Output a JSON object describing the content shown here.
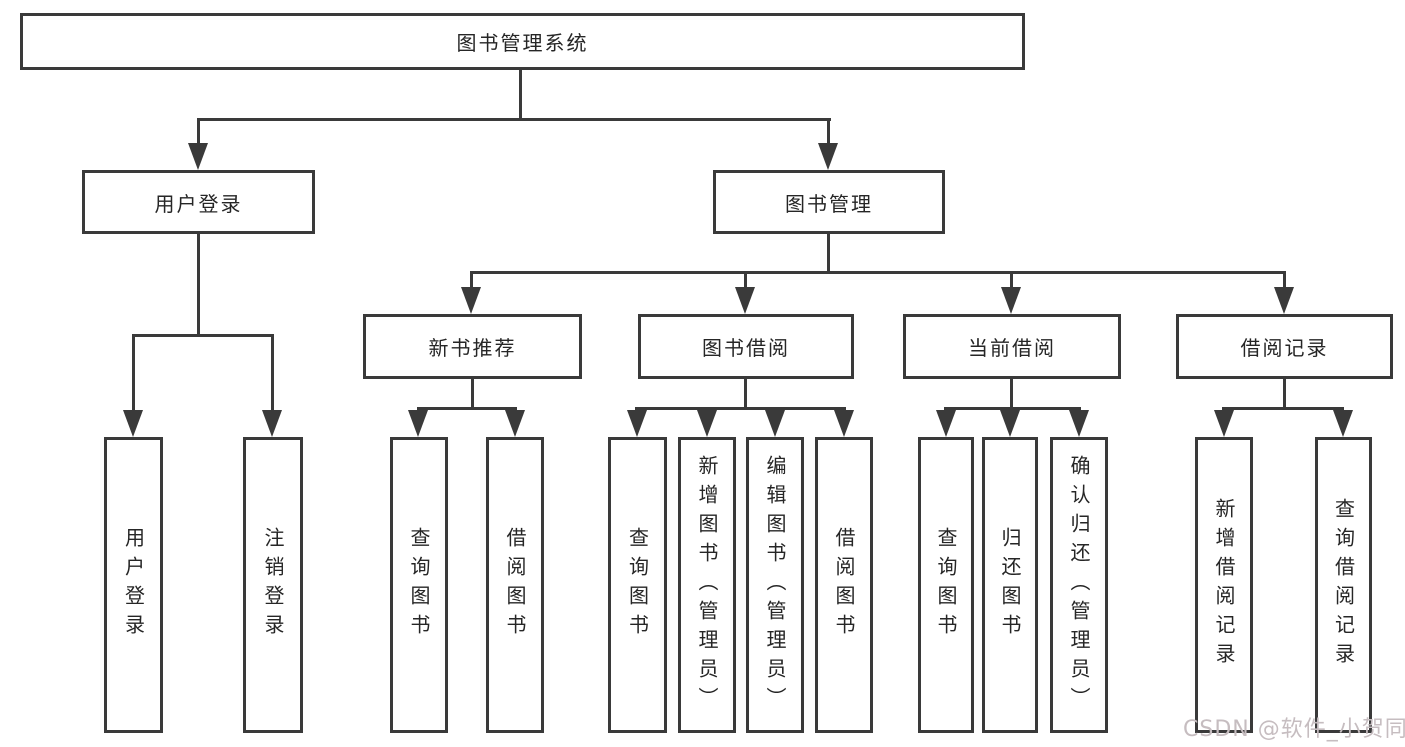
{
  "tree": {
    "root": {
      "label": "图书管理系统",
      "children": [
        {
          "label": "用户登录",
          "children": [
            {
              "label": "用户登录"
            },
            {
              "label": "注销登录"
            }
          ]
        },
        {
          "label": "图书管理",
          "children": [
            {
              "label": "新书推荐",
              "children": [
                {
                  "label": "查询图书"
                },
                {
                  "label": "借阅图书"
                }
              ]
            },
            {
              "label": "图书借阅",
              "children": [
                {
                  "label": "查询图书"
                },
                {
                  "label": "新增图书（管理员）"
                },
                {
                  "label": "编辑图书（管理员）"
                },
                {
                  "label": "借阅图书"
                }
              ]
            },
            {
              "label": "当前借阅",
              "children": [
                {
                  "label": "查询图书"
                },
                {
                  "label": "归还图书"
                },
                {
                  "label": "确认归还（管理员）"
                }
              ]
            },
            {
              "label": "借阅记录",
              "children": [
                {
                  "label": "新增借阅记录"
                },
                {
                  "label": "查询借阅记录"
                }
              ]
            }
          ]
        }
      ]
    }
  },
  "watermark": {
    "text": "CSDN @软件_小贺同学"
  },
  "colors": {
    "line": "#3a3a3a",
    "box_border": "#3a3a3a",
    "box_fill": "#ffffff",
    "text": "#262626",
    "background": "#ffffff",
    "watermark": "#c6bdc0"
  }
}
